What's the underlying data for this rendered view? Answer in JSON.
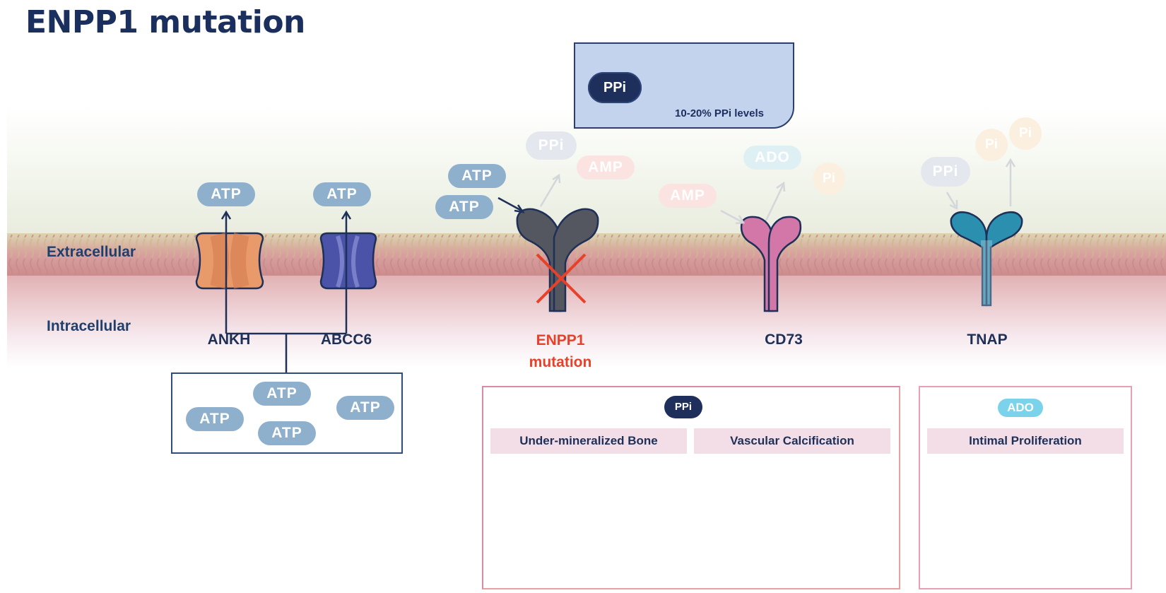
{
  "title": "ENPP1 mutation",
  "membrane": {
    "extracellular_label": "Extracellular",
    "intracellular_label": "Intracellular"
  },
  "transporters": {
    "ankh": {
      "label": "ANKH",
      "atp_out": "ATP"
    },
    "abcc6": {
      "label": "ABCC6",
      "atp_out": "ATP"
    },
    "intracellular_atp": [
      "ATP",
      "ATP",
      "ATP",
      "ATP"
    ]
  },
  "enpp1": {
    "label_line1": "ENPP1",
    "label_line2": "mutation",
    "substrates": [
      "ATP",
      "ATP"
    ],
    "products_faded": [
      "PPi",
      "AMP"
    ]
  },
  "cd73": {
    "label": "CD73",
    "substrate_faded": "AMP",
    "products_faded": [
      "ADO",
      "Pi"
    ]
  },
  "tnap": {
    "label": "TNAP",
    "substrate_faded": "PPi",
    "products_faded": [
      "Pi",
      "Pi"
    ]
  },
  "gauge": {
    "molecule": "PPi",
    "caption": "10-20% PPi levels",
    "level_fraction": 0.15
  },
  "outcomes": {
    "ppi_panel": {
      "molecule": "PPi",
      "items": [
        "Under-mineralized Bone",
        "Vascular Calcification"
      ]
    },
    "ado_panel": {
      "molecule": "ADO",
      "items": [
        "Intimal Proliferation"
      ]
    }
  },
  "colors": {
    "title": "#1b2f5e",
    "mutation_red": "#e8412a",
    "ankh": "#e89a6a",
    "abcc6": "#4a53a8",
    "enpp1": "#54575f",
    "cd73": "#d377a8",
    "tnap": "#2b8fb0",
    "atp_pill": "#8fb0cc"
  }
}
